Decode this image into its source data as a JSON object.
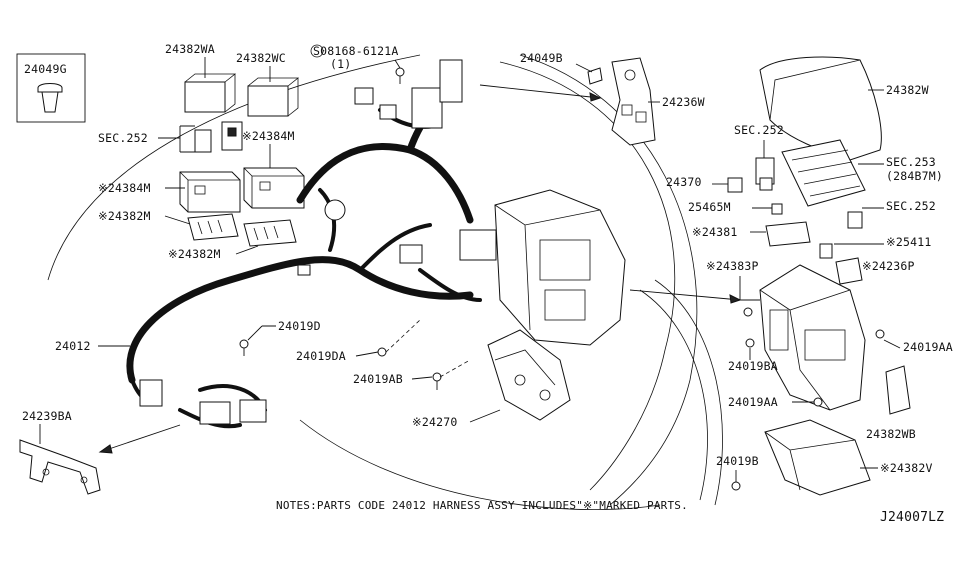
{
  "labels": {
    "p24049g": "24049G",
    "p24382wa": "24382WA",
    "p24382wc": "24382WC",
    "p08168": "S08168-6121A",
    "p08168_qty": "(1)",
    "p24049b": "24049B",
    "p24236w": "24236W",
    "p24382w": "24382W",
    "sec252_left": "SEC.252",
    "p24384m_a": "※24384M",
    "p24384m_b": "※24384M",
    "p24382m_a": "※24382M",
    "p24382m_b": "※24382M",
    "sec252_right": "SEC.252",
    "sec253": "SEC.253",
    "sec253_sub": "(284B7M)",
    "p24370": "24370",
    "p25465m": "25465M",
    "sec252_right2": "SEC.252",
    "p24381": "※24381",
    "p25411": "※25411",
    "p24383p": "※24383P",
    "p24236p": "※24236P",
    "p24019aa_a": "24019AA",
    "p24019ba": "24019BA",
    "p24019aa_b": "24019AA",
    "p24382wb": "24382WB",
    "p24019b": "24019B",
    "p24382v": "※24382V",
    "p24019d": "24019D",
    "p24019da": "24019DA",
    "p24019ab": "24019AB",
    "p24270": "※24270",
    "p24012": "24012",
    "p24239ba": "24239BA"
  },
  "notes": "NOTES:PARTS CODE 24012 HARNESS ASSY INCLUDES\"※\"MARKED PARTS.",
  "diagram_id": "J24007LZ"
}
